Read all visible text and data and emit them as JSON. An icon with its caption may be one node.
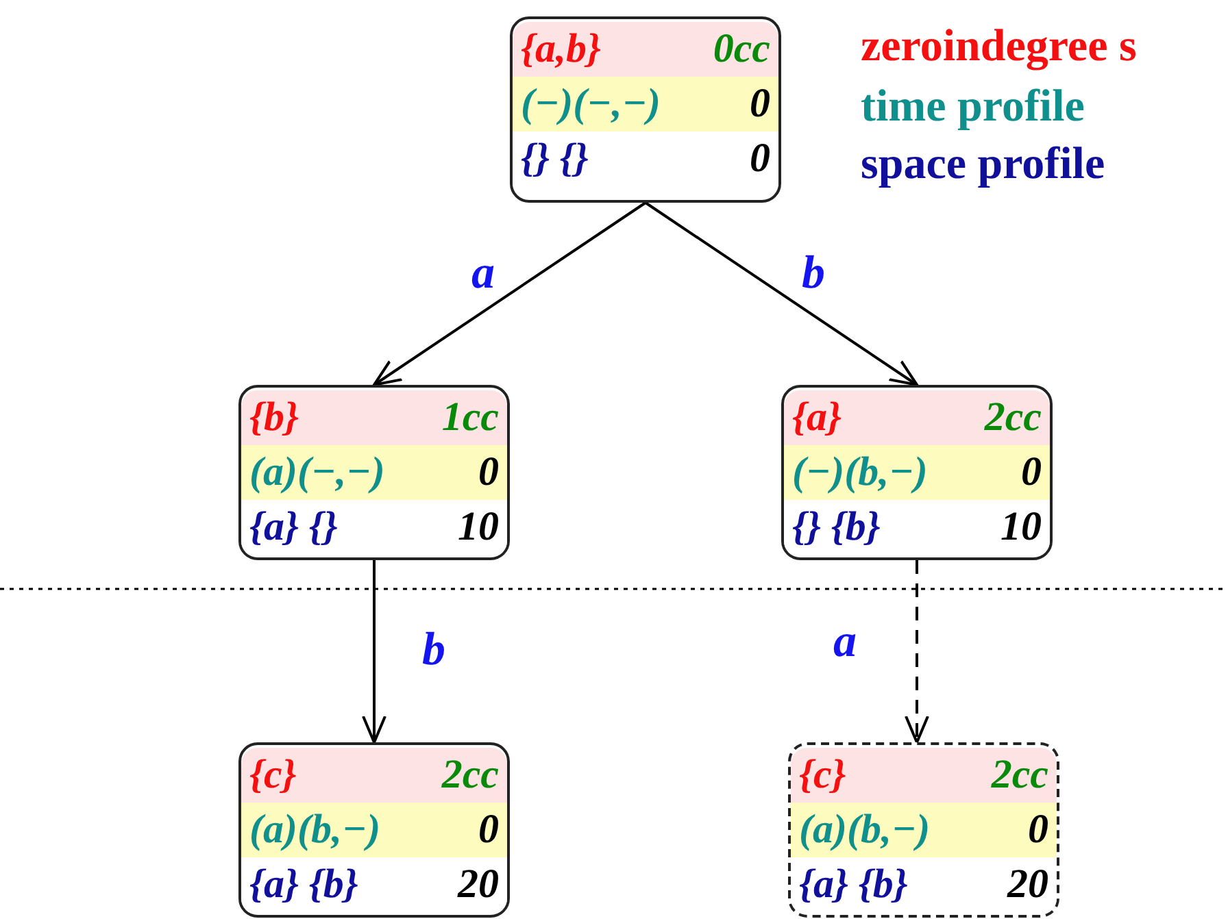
{
  "diagram": {
    "nodes": [
      {
        "text": [
          "{a,b}",
          "0cc",
          "(−)(−,−)",
          "0",
          "{} {}",
          "0"
        ]
      },
      {
        "text": [
          "{b}",
          "1cc",
          "(a)(−,−)",
          "0",
          "{a} {}",
          "10"
        ]
      },
      {
        "text": [
          "{a}",
          "2cc",
          "(−)(b,−)",
          "0",
          "{} {b}",
          "10"
        ]
      },
      {
        "text": [
          "{c}",
          "2cc",
          "(a)(b,−)",
          "0",
          "{a} {b}",
          "20"
        ]
      },
      {
        "text": [
          "{c}",
          "2cc",
          "(a)(b,−)",
          "0",
          "{a} {b}",
          "20"
        ]
      }
    ],
    "edges": [
      {
        "from": 0,
        "to": 1,
        "arrow": "to",
        "label": "a"
      },
      {
        "from": 0,
        "to": 2,
        "arrow": "to",
        "label": "b"
      },
      {
        "from": 1,
        "to": 3,
        "arrow": "to",
        "label": "b"
      },
      {
        "from": 2,
        "to": 4,
        "arrow": "to",
        "label": "a",
        "style": "dashed"
      }
    ],
    "labels": [
      "zeroindegree s",
      "time profile",
      "space profile"
    ]
  }
}
